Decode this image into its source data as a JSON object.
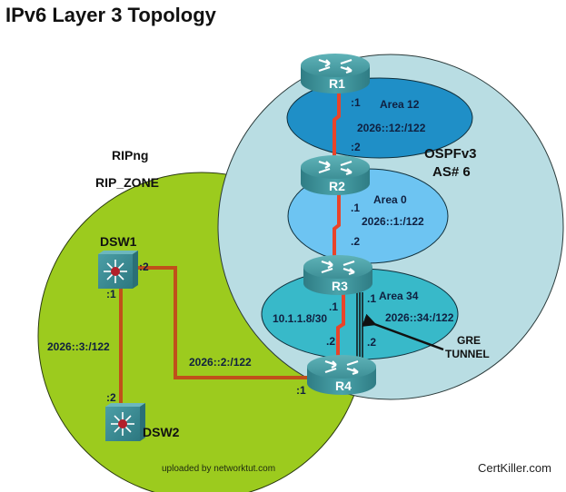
{
  "title": "IPv6 Layer 3 Topology",
  "zones": {
    "rip": {
      "protocol": "RIPng",
      "name": "RIP_ZONE",
      "color": "#9ccb1e"
    },
    "ospf": {
      "protocol": "OSPFv3",
      "as": "AS# 6",
      "color": "#b9dde3"
    }
  },
  "areas": [
    {
      "name": "Area 12",
      "prefix": "2026::12:/122",
      "color": "#1f8fc7"
    },
    {
      "name": "Area 0",
      "prefix": "2026::1:/122",
      "color": "#6dc4f2"
    },
    {
      "name": "Area 34",
      "prefix": "2026::34:/122",
      "color": "#38b9c9"
    }
  ],
  "devices": {
    "r1": "R1",
    "r2": "R2",
    "r3": "R3",
    "r4": "R4",
    "dsw1": "DSW1",
    "dsw2": "DSW2"
  },
  "interfaces": {
    "r1_to_r2": ":1",
    "r2_from_r1": ":2",
    "r2_to_r3": ".1",
    "r3_from_r2": ".2",
    "r3_serial": ".1",
    "r4_serial": ".2",
    "r3_tunnel": ".1",
    "r4_tunnel": ".2",
    "dsw1_to_r4": ":2",
    "dsw1_to_dsw2": ":1",
    "dsw2_to_dsw1": ":2",
    "r4_to_dsw1": ":1"
  },
  "links": {
    "r3_r4_ipv4": "10.1.1.8/30",
    "dsw1_dsw2": "2026::3:/122",
    "dsw1_r4": "2026::2:/122",
    "tunnel_label_1": "GRE",
    "tunnel_label_2": "TUNNEL"
  },
  "link_colors": {
    "serial": "#e8442a",
    "ethernet": "#c0501a",
    "tunnel": "#111111"
  },
  "credit": "uploaded by networktut.com",
  "watermark": "CertKiller.com"
}
